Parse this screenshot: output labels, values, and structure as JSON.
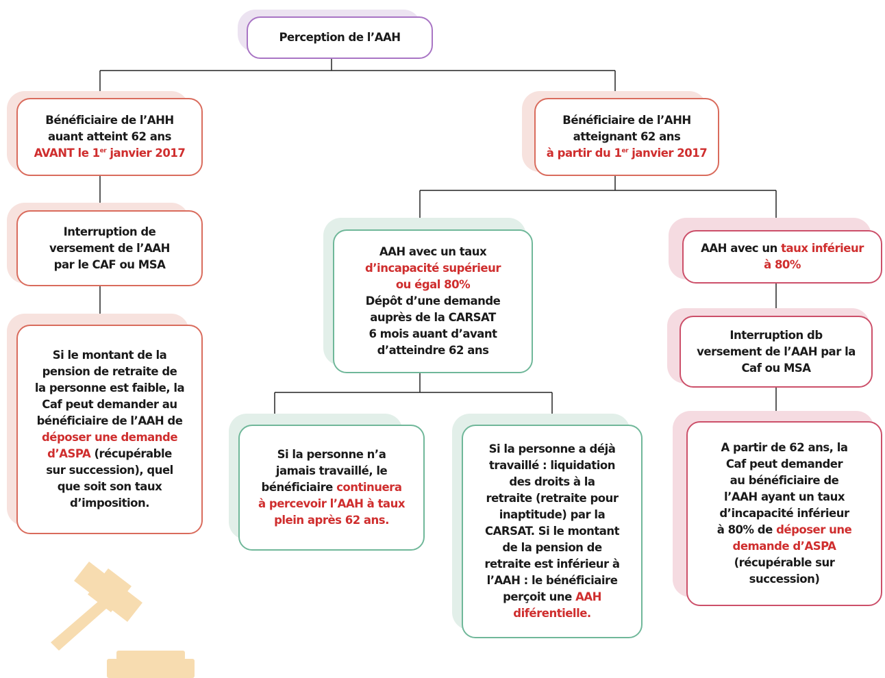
{
  "root": {
    "label": "Perception de l’AAH"
  },
  "left_branch": {
    "condition": {
      "line1": "Bénéficiaire de l’AHH",
      "line2": "auant atteint 62 ans",
      "line3_pre": "AVANT le 1",
      "line3_sup": "er",
      "line3_post": " janvier 2017"
    },
    "interruption": {
      "line1": "Interruption de",
      "line2": "versement de l’AAH",
      "line3": "par le CAF ou MSA"
    },
    "aspa": {
      "line1": "Si le montant de la",
      "line2": "pension de retraite de",
      "line3": "la personne est faible, la",
      "line4": "Caf peut demander au",
      "line5": "bénéficiaire de l’AAH de",
      "line6": "déposer une demande",
      "line7_red": "d’ASPA",
      "line7_post": " (récupérable",
      "line8": "sur succession), quel",
      "line9": "que soit son taux",
      "line10": "d’imposition."
    }
  },
  "right_branch": {
    "condition": {
      "line1": "Bénéficiaire de l’AHH",
      "line2": "atteignant  62 ans",
      "line3_pre": "à partir  du 1",
      "line3_sup": "er",
      "line3_post": " janvier 2017"
    },
    "high_rate": {
      "line1": "AAH avec un taux",
      "line2": "d’incapacité supérieur",
      "line3": "ou égal 80%",
      "line4": "Dépôt d’une demande",
      "line5": "auprès de la CARSAT",
      "line6": "6 mois auant  d’avant",
      "line7": "d’atteindre 62 ans"
    },
    "never_worked": {
      "line1": "Si la personne n’a",
      "line2": "jamais travaillé, le",
      "line3_pre": "bénéficiaire ",
      "line3_red": "continuera",
      "line4": "à percevoir l’AAH à taux",
      "line5": "plein après 62 ans."
    },
    "worked": {
      "line1": "Si la personne a déjà",
      "line2": "travaillé : liquidation",
      "line3": "des droits à la",
      "line4": "retraite (retraite pour",
      "line5": "inaptitude) par la",
      "line6": "CARSAT. Si le montant",
      "line7": "de la pension de",
      "line8": "retraite est inférieur à",
      "line9": "l’AAH : le bénéficiaire",
      "line10_pre": "perçoit une ",
      "line10_red": "AAH",
      "line11": "diférentielle."
    },
    "low_rate": {
      "line1_pre": "AAH avec un ",
      "line1_red": "taux inférieur",
      "line2": "à 80%"
    },
    "interruption": {
      "line1": "Interruption db",
      "line2": "versement de l’AAH par la",
      "line3": "Caf ou MSA"
    },
    "aspa": {
      "line1": "A partir de 62 ans, la",
      "line2": "Caf peut demander",
      "line3": "au bénéficiaire de",
      "line4": "l’AAH ayant un taux",
      "line5": "d’incapacité inférieur",
      "line6_pre": "à 80% de ",
      "line6_red": "déposer une",
      "line7": "demande d’ASPA",
      "line8": "(récupérable sur",
      "line9": "succession)"
    }
  },
  "colors": {
    "root_border": "#a874c4",
    "left_border": "#d96b5c",
    "green_border": "#6fb799",
    "rose_border": "#cc4f69",
    "highlight_text": "#cf2e2e",
    "gavel": "#f7dcb0"
  },
  "icons": {
    "decoration": "gavel-icon"
  }
}
